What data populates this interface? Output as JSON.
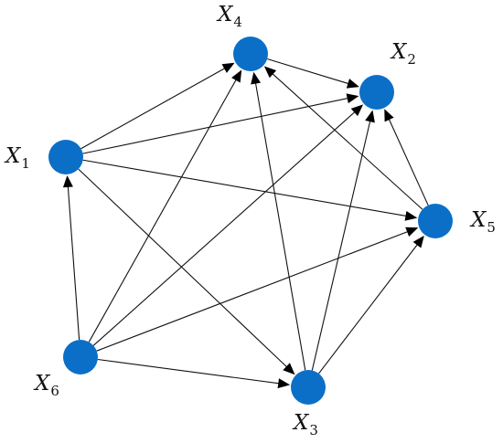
{
  "nodes": [
    {
      "id": "X1",
      "label": "X",
      "subscript": "1"
    },
    {
      "id": "X2",
      "label": "X",
      "subscript": "2"
    },
    {
      "id": "X3",
      "label": "X",
      "subscript": "3"
    },
    {
      "id": "X4",
      "label": "X",
      "subscript": "4"
    },
    {
      "id": "X5",
      "label": "X",
      "subscript": "5"
    },
    {
      "id": "X6",
      "label": "X",
      "subscript": "6"
    }
  ],
  "edges": [
    {
      "from": "X6",
      "to": "X1"
    },
    {
      "from": "X6",
      "to": "X4"
    },
    {
      "from": "X6",
      "to": "X2"
    },
    {
      "from": "X6",
      "to": "X5"
    },
    {
      "from": "X6",
      "to": "X3"
    },
    {
      "from": "X1",
      "to": "X4"
    },
    {
      "from": "X1",
      "to": "X2"
    },
    {
      "from": "X1",
      "to": "X5"
    },
    {
      "from": "X1",
      "to": "X3"
    },
    {
      "from": "X3",
      "to": "X4"
    },
    {
      "from": "X3",
      "to": "X2"
    },
    {
      "from": "X3",
      "to": "X5"
    },
    {
      "from": "X5",
      "to": "X4"
    },
    {
      "from": "X5",
      "to": "X2"
    },
    {
      "from": "X4",
      "to": "X2"
    }
  ],
  "colors": {
    "node": "#0b6fc8",
    "edge": "#111111"
  }
}
